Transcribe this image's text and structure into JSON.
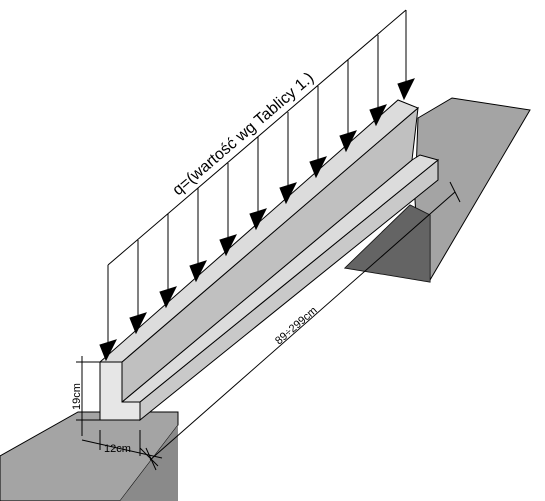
{
  "load_label": "q=(wartość wg Tablicy 1.)",
  "span_label": "89÷299cm",
  "height_label": "19cm",
  "width_label": "12cm",
  "colors": {
    "ground": "#a4a4a4",
    "ground_shadow": "#6e6e6e",
    "beam_side": "#c9c9c9",
    "beam_top": "#dcdcdc",
    "beam_end": "#e6e6e6",
    "line": "#000000"
  }
}
